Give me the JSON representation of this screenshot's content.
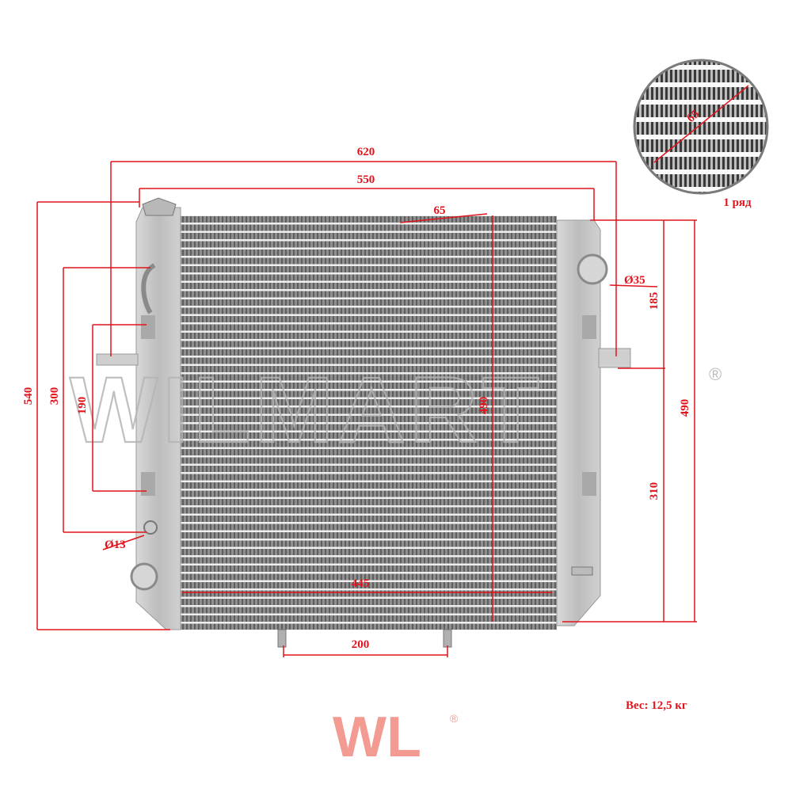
{
  "dimensions": {
    "overall_width": "620",
    "width_550": "550",
    "core_depth_top": "65",
    "overall_height": "540",
    "pipe_spacing_300": "300",
    "bracket_spacing_190": "190",
    "inlet_small_diameter": "Ø13",
    "outlet_diameter": "Ø35",
    "upper_185": "185",
    "lower_310": "310",
    "height_490": "490",
    "core_height_490": "490",
    "core_width_445": "445",
    "feet_spacing_200": "200"
  },
  "inset": {
    "depth_label": "65",
    "caption": "1 ряд"
  },
  "weight_label": "Вес: 12,5 кг",
  "watermark": {
    "text": "WILMART",
    "mark": "®"
  },
  "logo": {
    "text": "WL",
    "mark": "®"
  },
  "colors": {
    "dimension": "#e0141c",
    "logo": "#f39a92",
    "metal": "#c9c9c9"
  }
}
